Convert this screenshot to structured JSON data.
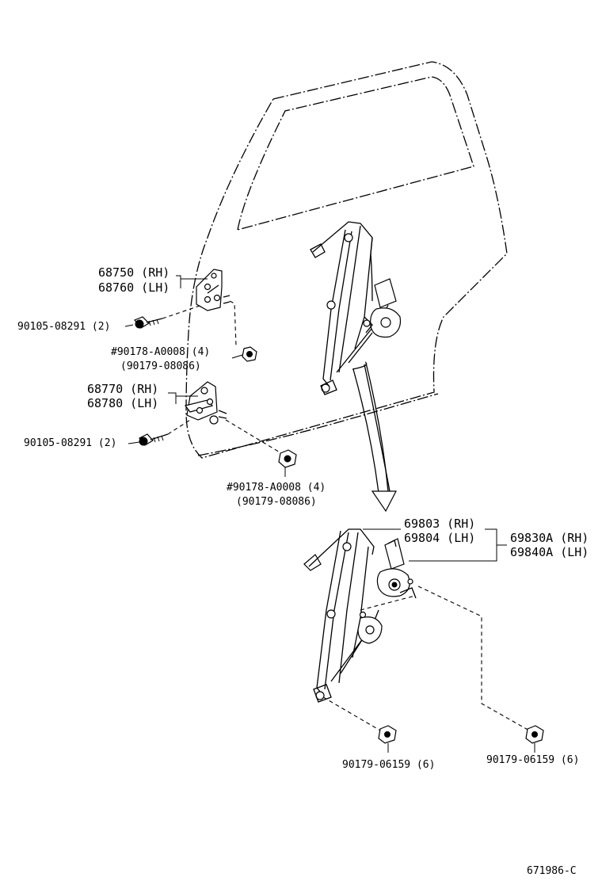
{
  "labels": {
    "hinge_upper_rh": "68750 (RH)",
    "hinge_upper_lh": "68760 (LH)",
    "bolt_upper": "90105-08291 (2)",
    "nut_upper_a": "#90178-A0008 (4)",
    "nut_upper_b": "(90179-08086)",
    "hinge_lower_rh": "68770 (RH)",
    "hinge_lower_lh": "68780 (LH)",
    "bolt_lower": "90105-08291 (2)",
    "nut_lower_a": "#90178-A0008 (4)",
    "nut_lower_b": "(90179-08086)",
    "regulator_rh": "69803 (RH)",
    "regulator_lh": "69804 (LH)",
    "regulator_assy_rh": "69830A (RH)",
    "regulator_assy_lh": "69840A (LH)",
    "nut_bottom_left": "90179-06159 (6)",
    "nut_bottom_right": "90179-06159 (6)",
    "illustration_number": "671986-C"
  }
}
